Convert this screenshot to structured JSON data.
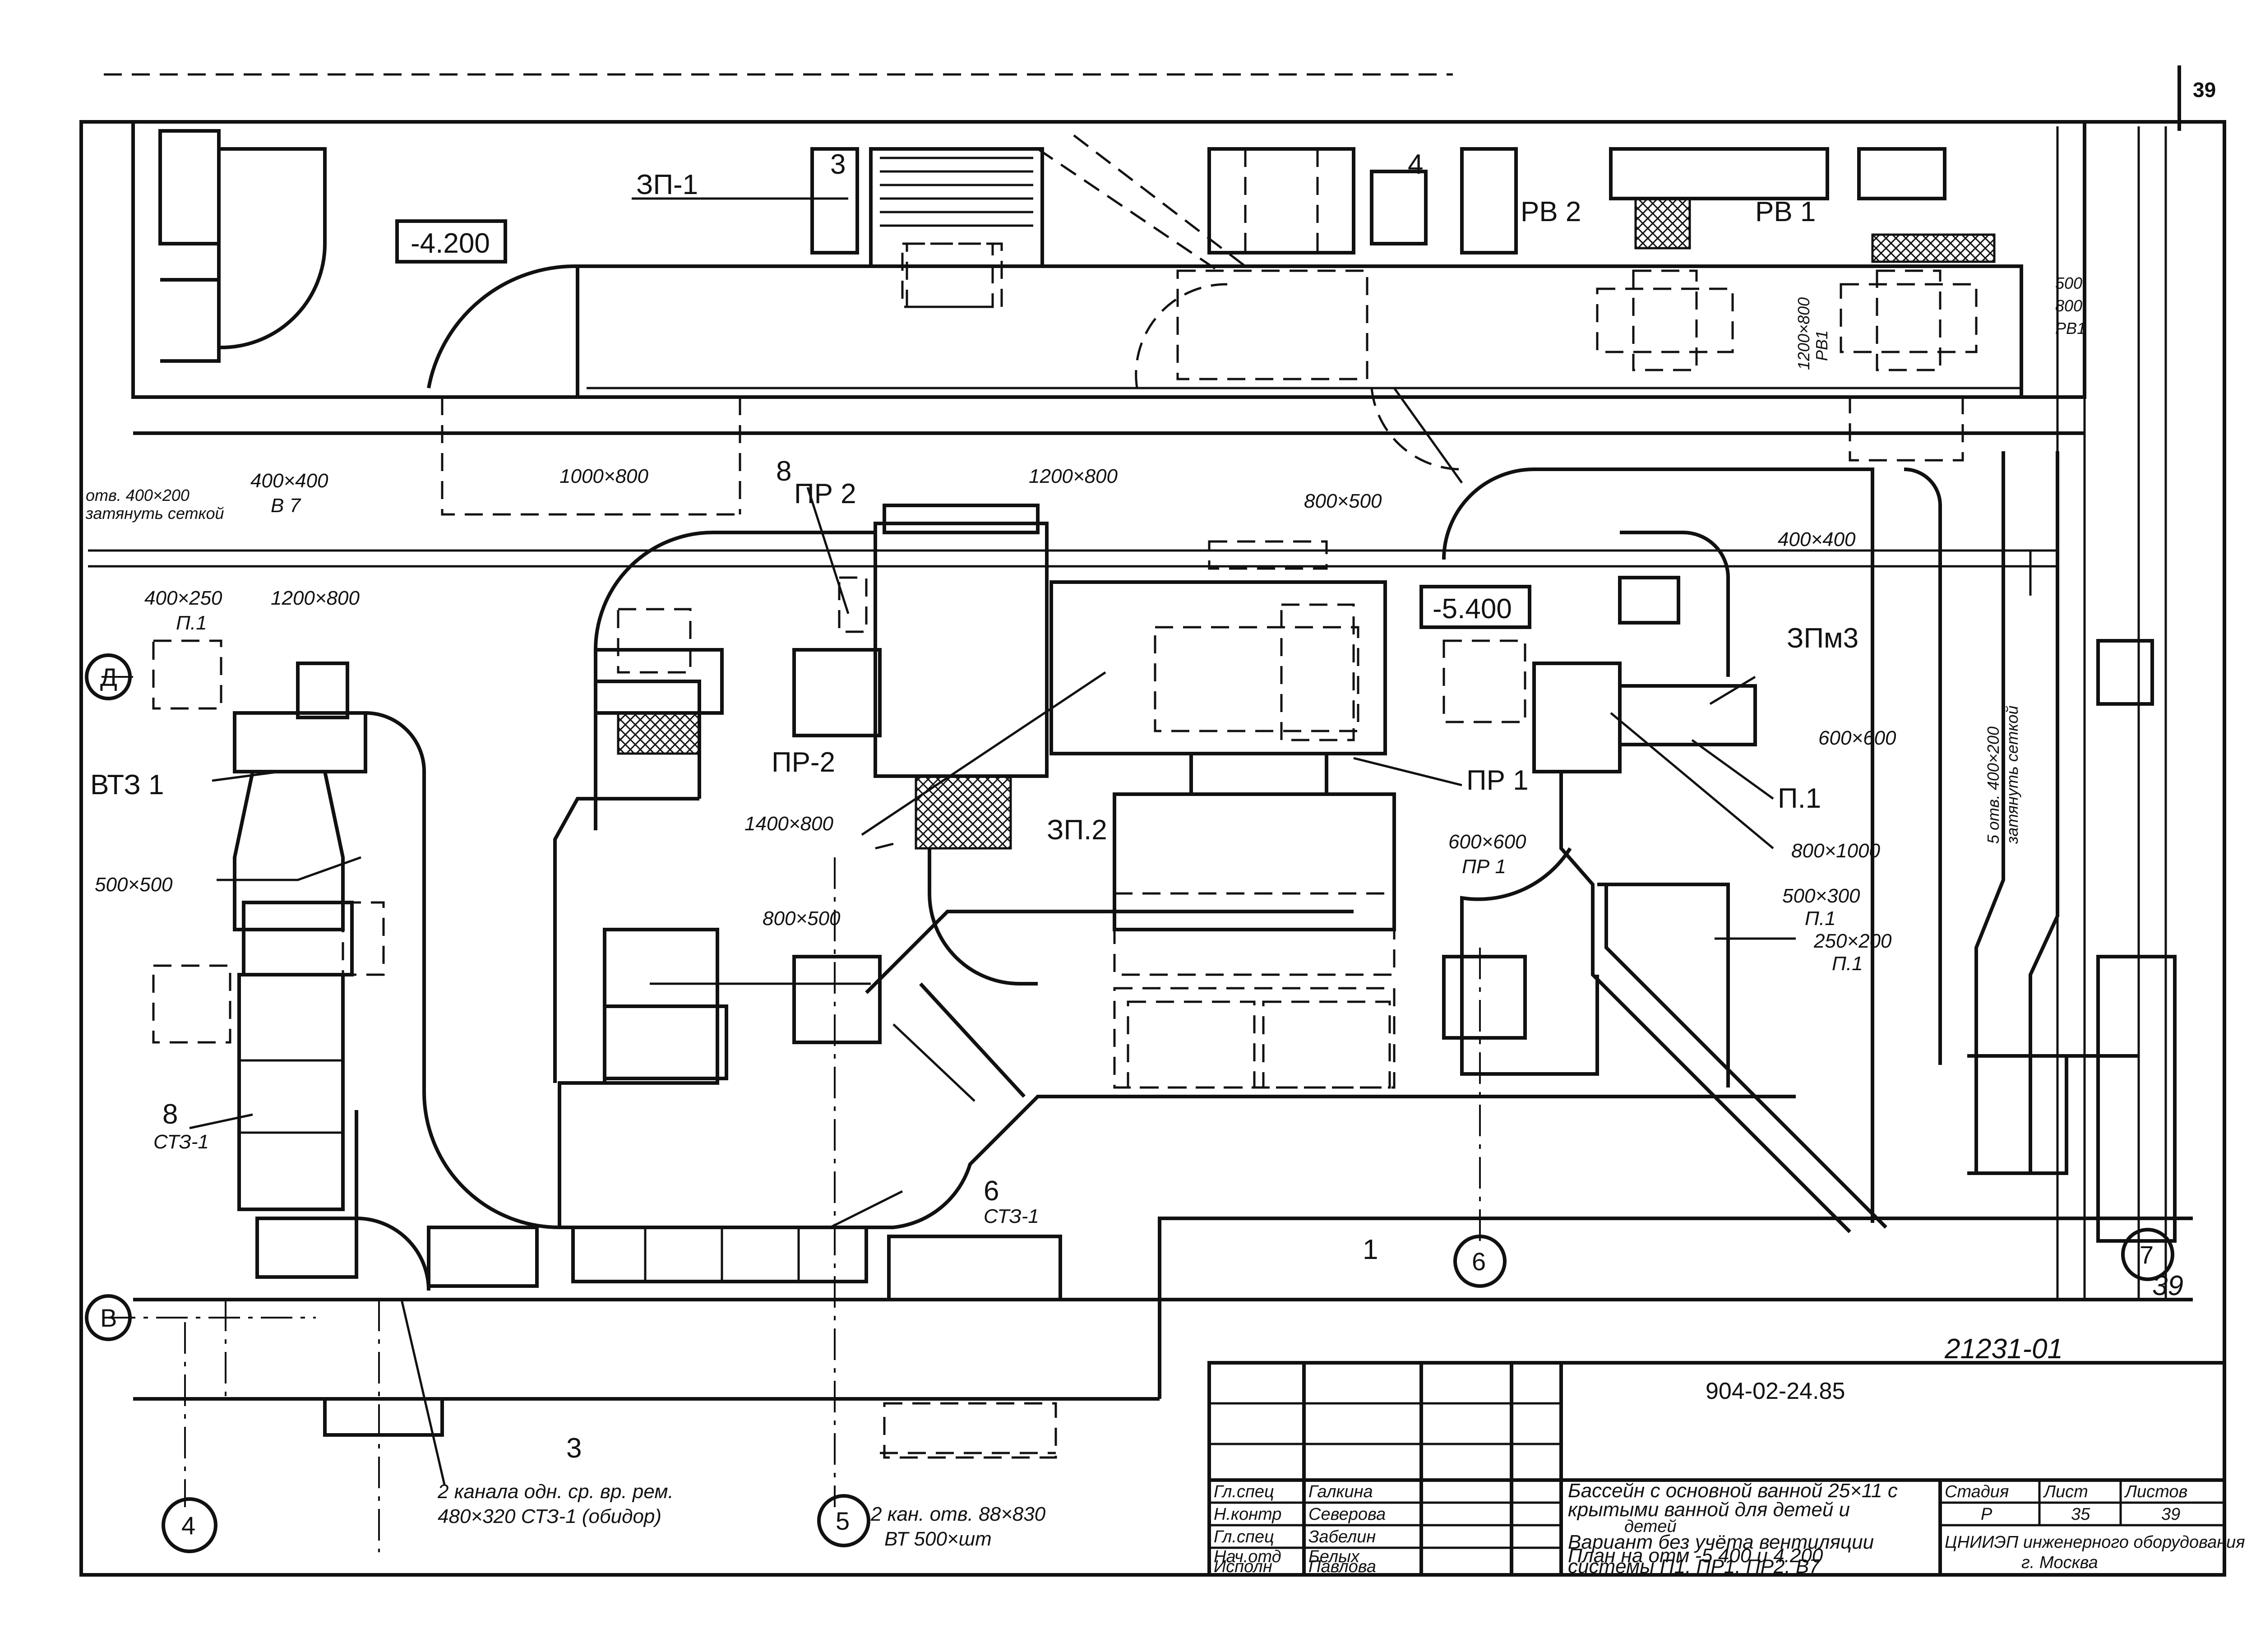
{
  "page_number": "39",
  "sheet_code": "21231-01",
  "levels": {
    "upper": "-4.200",
    "lower": "-5.400"
  },
  "grid": {
    "axis_4": "4",
    "axis_5": "5",
    "axis_6": "6",
    "axis_7": "7",
    "axis_D": "Д",
    "axis_B": "В"
  },
  "sections": {
    "cut_3_top": "3",
    "cut_4_top": "4",
    "cut_3_bottom": "3",
    "cut_1": "1",
    "detail_ref": "39"
  },
  "equipment": {
    "zp1": "ЗП-1",
    "zp2": "ЗП.2",
    "zp3": "ЗПм3",
    "rv1": "РВ 1",
    "rv2": "РВ 2",
    "pr1": "ПР 1",
    "pr2_top": "ПР 2",
    "pr2": "ПР-2",
    "p1": "П.1",
    "vtz1": "ВТЗ 1",
    "st3_1_num": "8",
    "st3_1": "СТЗ-1",
    "item8": "8",
    "item6": "6",
    "st3_1b": "СТЗ-1"
  },
  "ducts": {
    "d400x400_top": "400×400",
    "d400x400_sub": "В 7",
    "d1000x800": "1000×800",
    "d1200x800_a": "1200×800",
    "d800x500_a": "800×500",
    "d400x400_b": "400×400",
    "d400x250": "400×250",
    "d400x250_sub": "П.1",
    "d1200x800_b": "1200×800",
    "d600x600_a": "600×600",
    "d1400x800": "1400×800",
    "d600x600_b": "600×600",
    "d600x600_b_sub": "ПР 1",
    "d800x1000": "800×1000",
    "d500x500": "500×500",
    "d800x500_b": "800×500",
    "d500x300": "500×300",
    "d500x300_sub": "П.1",
    "d250x200": "250×200",
    "d250x200_sub": "П.1",
    "d1200x800_v": "1200×800",
    "d1200x800_v_sub": "РВ1",
    "d500x800": "500",
    "d500x800_b": "800",
    "d500x800_sub": "РВ1"
  },
  "notes": {
    "opening_left_1": "отв. 400×200",
    "opening_left_2": "затянуть сеткой",
    "opening_right_1": "5 отв. 400×200",
    "opening_right_2": "затянуть сеткой",
    "channels_1": "2 канала одн. ср. вр. рем.",
    "channels_2": "480×320 СТЗ-1 (обидор)",
    "bottom_mid_1": "2 кан. отв. 88×830",
    "bottom_mid_2": "ВТ  500×шт"
  },
  "title_block": {
    "doc_code": "904-02-24.85",
    "left_rows": [
      [
        "Гл.спец",
        "Галкина"
      ],
      [
        "Н.контр",
        "Северова"
      ],
      [
        "Гл.спец",
        "Забелин"
      ],
      [
        "Нач.отд",
        "Белых"
      ],
      [
        "Исполн",
        "Павлова"
      ]
    ],
    "desc_1": "Бассейн с основной ванной 25×11 с",
    "desc_2": "крытыми ванной для детей и",
    "desc_3": "детей",
    "desc_4": "Вариант без учёта вентиляции",
    "desc_5": "План на отм -5.400 и 4.200",
    "desc_6": "системы П1, ПР1, ПР2, В7",
    "stage_hdr": "Стадия",
    "sheet_hdr": "Лист",
    "sheets_hdr": "Листов",
    "stage": "Р",
    "sheet": "35",
    "sheets": "39",
    "org_1": "ЦНИИЭП инженерного оборудования",
    "org_2": "г. Москва"
  }
}
